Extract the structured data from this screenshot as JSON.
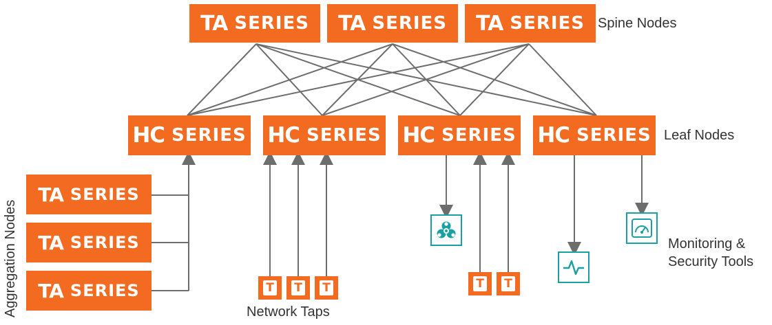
{
  "colors": {
    "orange": "#f26b21",
    "teal": "#1a9fa3",
    "line": "#6d6d6d"
  },
  "spine": {
    "label": "Spine Nodes",
    "nodes": [
      {
        "mark": "TA",
        "series": "SERIES"
      },
      {
        "mark": "TA",
        "series": "SERIES"
      },
      {
        "mark": "TA",
        "series": "SERIES"
      }
    ]
  },
  "leaf": {
    "label": "Leaf Nodes",
    "nodes": [
      {
        "mark": "HC",
        "series": "SERIES"
      },
      {
        "mark": "HC",
        "series": "SERIES"
      },
      {
        "mark": "HC",
        "series": "SERIES"
      },
      {
        "mark": "HC",
        "series": "SERIES"
      }
    ]
  },
  "aggregation": {
    "label": "Aggregation Nodes",
    "nodes": [
      {
        "mark": "TA",
        "series": "SERIES"
      },
      {
        "mark": "TA",
        "series": "SERIES"
      },
      {
        "mark": "TA",
        "series": "SERIES"
      }
    ]
  },
  "taps": {
    "label": "Network Taps",
    "glyph": "T",
    "count": 5
  },
  "tools": {
    "label_line1": "Monitoring &",
    "label_line2": "Security Tools",
    "items": [
      {
        "icon": "biohazard-icon"
      },
      {
        "icon": "pulse-waveform-icon"
      },
      {
        "icon": "gauge-icon"
      }
    ]
  }
}
